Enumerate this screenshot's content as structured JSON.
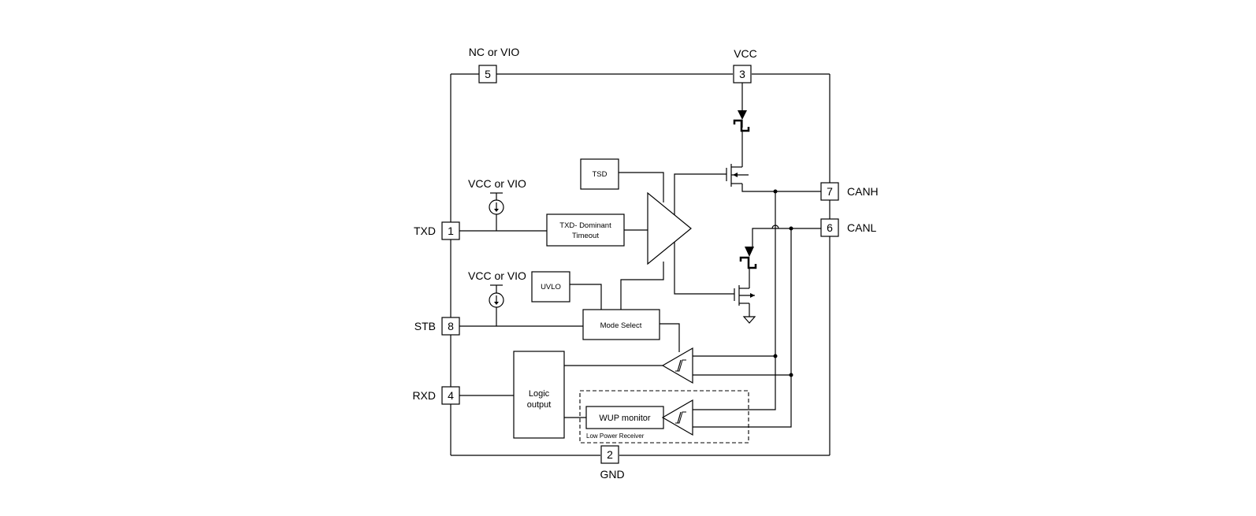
{
  "labels": {
    "nc_or_vio": "NC or VIO",
    "vcc": "VCC",
    "vcc_or_vio_1": "VCC or VIO",
    "vcc_or_vio_2": "VCC or VIO",
    "txd": "TXD",
    "stb": "STB",
    "rxd": "RXD",
    "gnd": "GND",
    "canh": "CANH",
    "canl": "CANL"
  },
  "pins": {
    "txd": "1",
    "gnd": "2",
    "vcc": "3",
    "rxd": "4",
    "nc_or_vio": "5",
    "canl": "6",
    "canh": "7",
    "stb": "8"
  },
  "blocks": {
    "tsd": "TSD",
    "txd_timeout_line1": "TXD- Dominant",
    "txd_timeout_line2": "Timeout",
    "uvlo": "UVLO",
    "mode_select": "Mode Select",
    "logic_output_line1": "Logic",
    "logic_output_line2": "output",
    "wup_monitor": "WUP monitor",
    "low_power_receiver": "Low Power Receiver"
  }
}
